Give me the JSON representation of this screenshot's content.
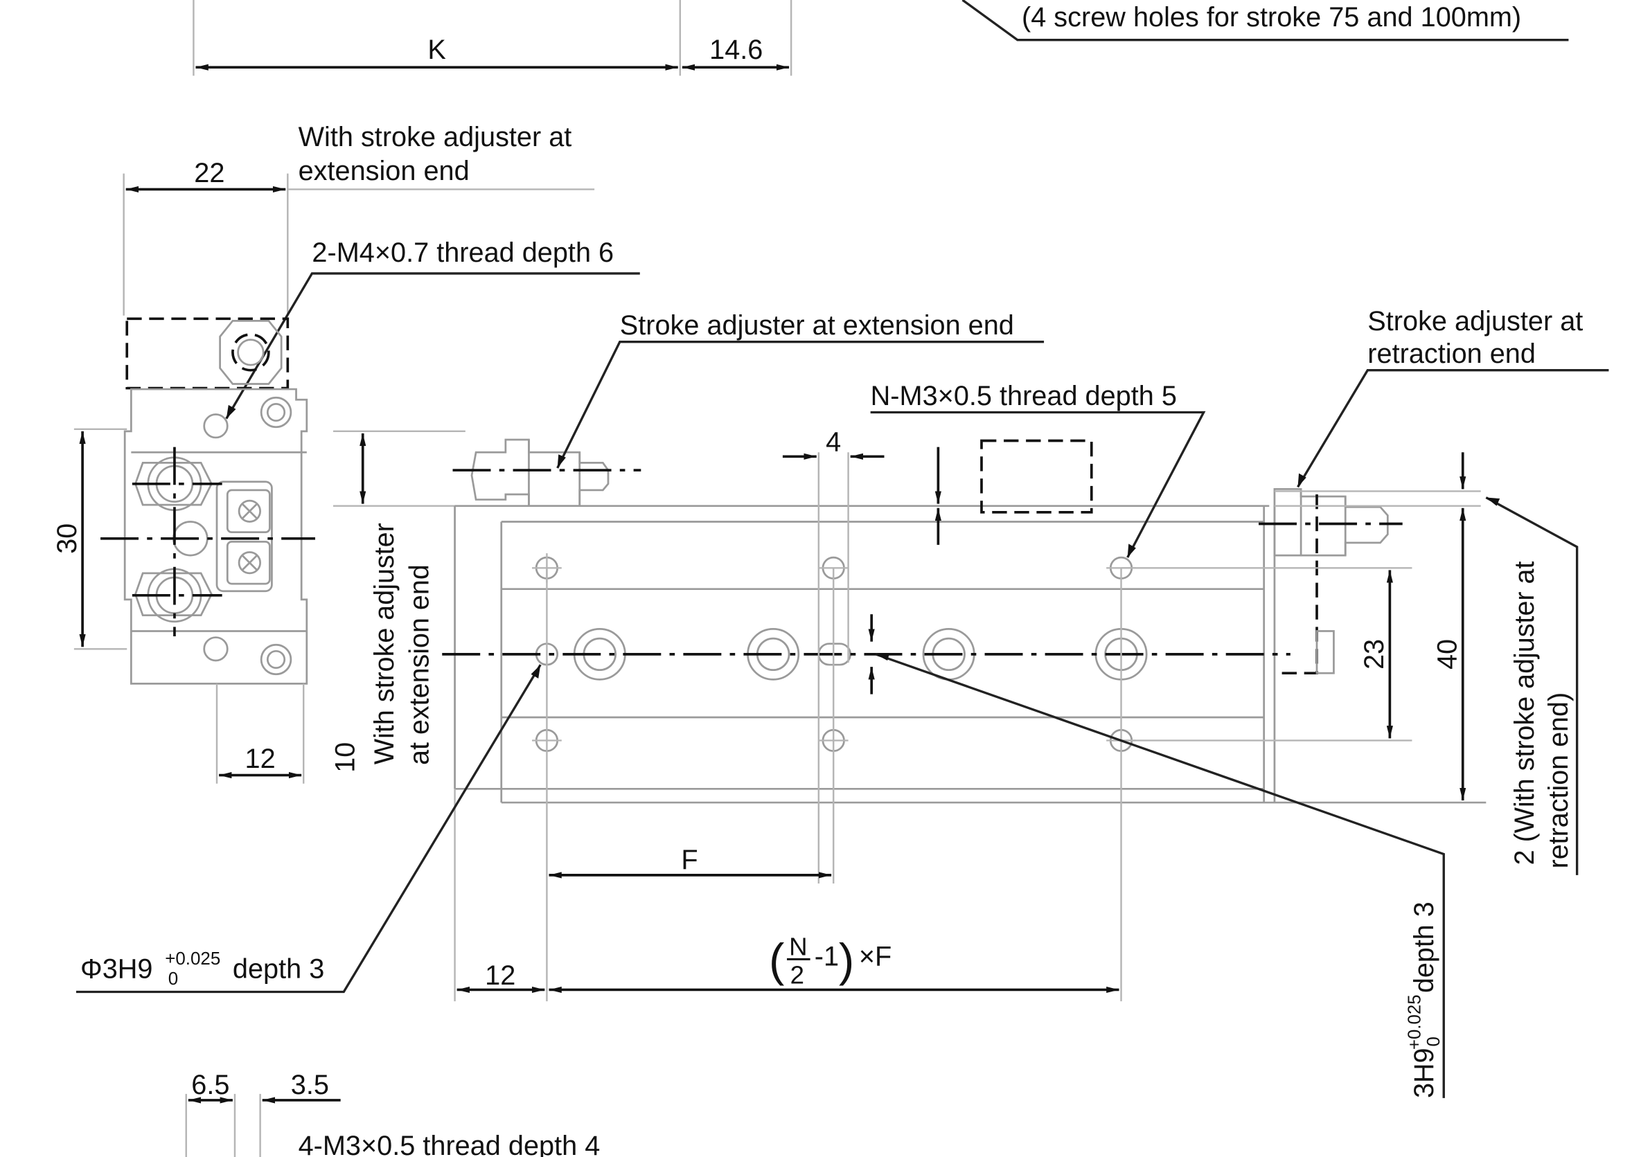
{
  "labels": {
    "top_note": "(4 screw holes for stroke 75 and 100mm)",
    "dim_k": "K",
    "dim_14_6": "14.6",
    "adjuster_ext_line1": "With stroke adjuster at",
    "adjuster_ext_line2": "extension end",
    "dim_22": "22",
    "m4_thread": "2-M4×0.7 thread depth 6",
    "adjuster_ext_end": "Stroke adjuster at extension end",
    "adjuster_ret_line1": "Stroke adjuster at",
    "adjuster_ret_line2": "retraction end",
    "nm3_thread": "N-M3×0.5 thread depth 5",
    "dim_4": "4",
    "dim_30": "30",
    "dim_12_left": "12",
    "dim_10": "10",
    "vert_adjuster_line1": "With stroke adjuster",
    "vert_adjuster_line2": "at extension end",
    "dim_23": "23",
    "dim_40": "40",
    "vert_ret_line1": "2 (With stroke adjuster at",
    "vert_ret_line2": "retraction end)",
    "dim_f": "F",
    "phi_prefix": "Φ3H9",
    "tol_upper": "+0.025",
    "tol_lower": "0",
    "depth_3": "depth 3",
    "dim_12_bottom": "12",
    "formula_n": "N",
    "formula_2": "2",
    "formula_rest": "-1",
    "formula_times_f": "×F",
    "h9_prefix": "3H9",
    "h9_suffix": "depth 3",
    "dim_6_5": "6.5",
    "dim_3_5": "3.5",
    "m3_thread_4": "4-M3×0.5 thread depth 4"
  }
}
